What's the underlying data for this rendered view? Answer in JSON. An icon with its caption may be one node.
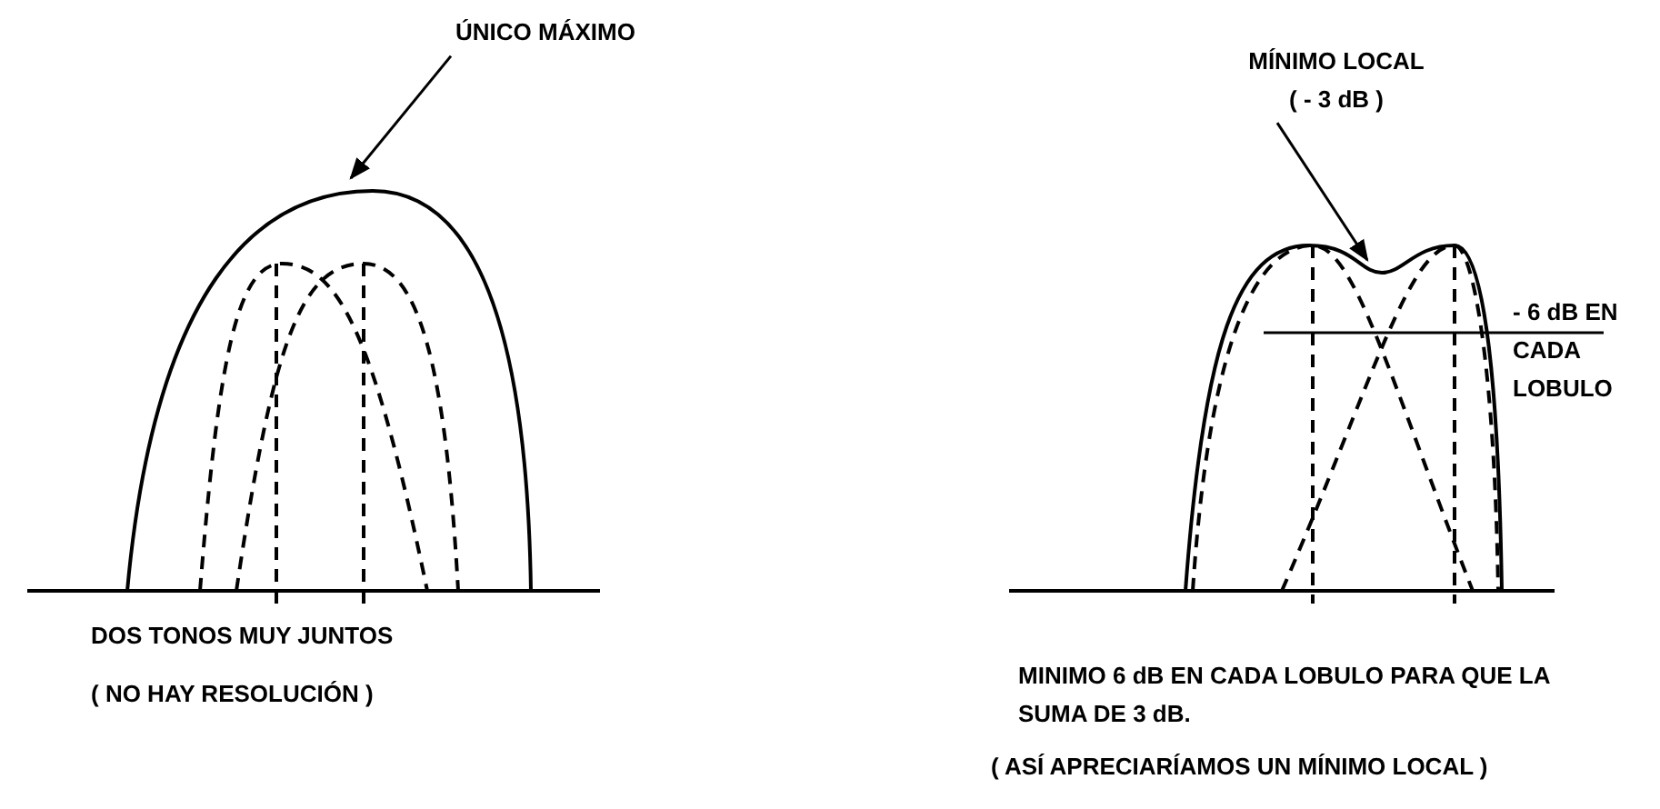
{
  "diagram": {
    "nodes": [
      {
        "text": [
          "ÚNICO MÁXIMO"
        ]
      },
      {
        "text": [
          "MÍNIMO LOCAL",
          "( - 3 dB )"
        ]
      }
    ],
    "edges": [
      {
        "from": 0,
        "to": null,
        "arrow": "to"
      },
      {
        "from": 1,
        "to": null,
        "arrow": "to"
      }
    ],
    "labels": [
      "- 6 dB EN CADA LOBULO",
      "DOS TONOS MUY JUNTOS",
      "( NO HAY RESOLUCIÓN )",
      "MINIMO 6 dB EN CADA LOBULO PARA QUE LA SUMA DE 3 dB.",
      "( ASÍ APRECIARÍAMOS UN MÍNIMO LOCAL )"
    ]
  }
}
